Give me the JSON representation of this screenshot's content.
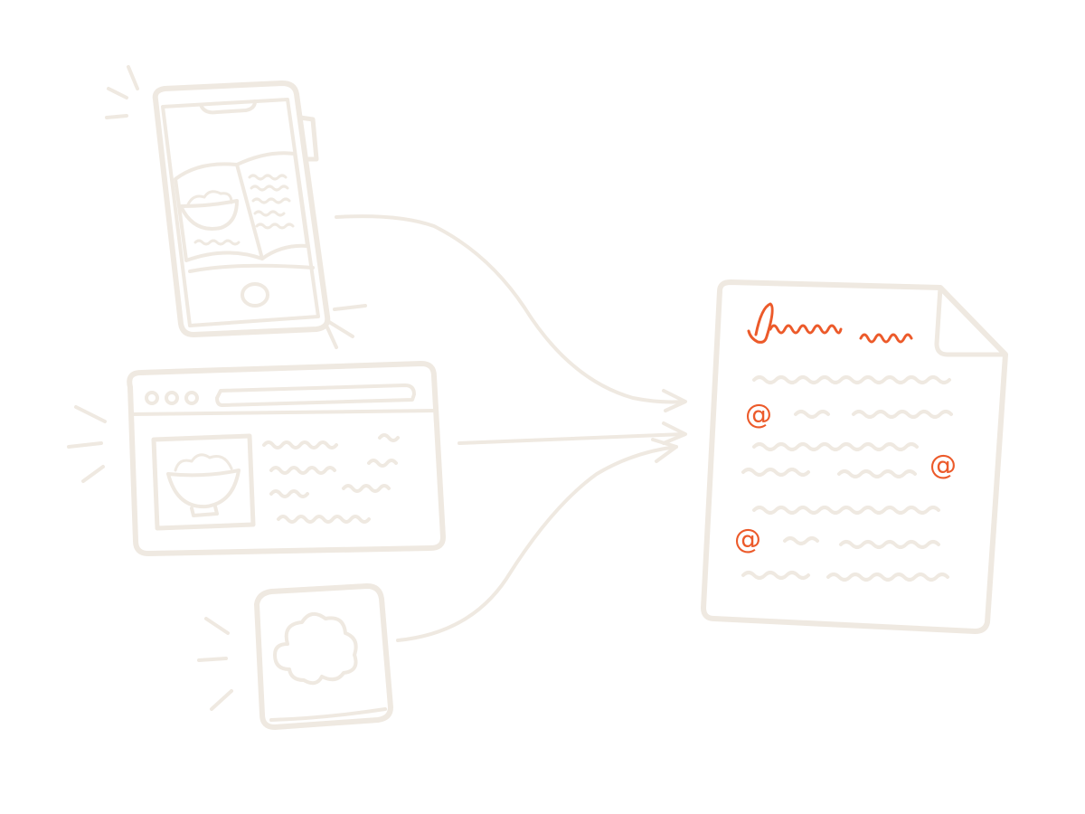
{
  "colors": {
    "sketch": "#efe9e1",
    "sketch_fill": "#fdfbf8",
    "accent": "#ec5a2a"
  },
  "sources": [
    {
      "name": "phone",
      "icon": "smartphone-with-recipe-book-icon"
    },
    {
      "name": "browser",
      "icon": "browser-window-with-recipe-icon"
    },
    {
      "name": "app",
      "icon": "app-tile-with-broccoli-icon"
    }
  ],
  "target": {
    "icon": "recipe-document-icon"
  },
  "document": {
    "mentions": [
      "@",
      "@",
      "@"
    ]
  }
}
